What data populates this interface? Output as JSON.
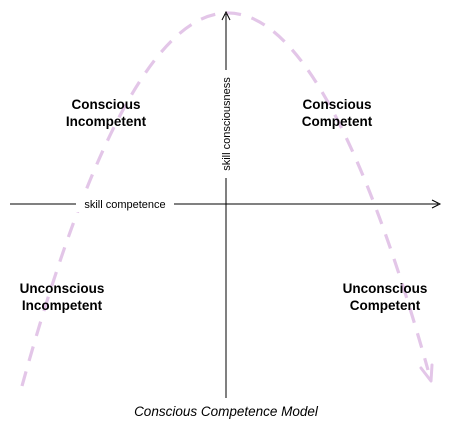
{
  "diagram": {
    "x_axis_label": "skill competence",
    "y_axis_label": "skill consciousness",
    "quadrants": {
      "top_left": [
        "Conscious",
        "Incompetent"
      ],
      "top_right": [
        "Conscious",
        "Competent"
      ],
      "bottom_left": [
        "Unconscious",
        "Incompetent"
      ],
      "bottom_right": [
        "Unconscious",
        "Competent"
      ]
    },
    "caption": "Conscious Competence Model"
  },
  "colors": {
    "curve": "#e3c6e8",
    "axis": "#000000",
    "background": "#ffffff"
  }
}
